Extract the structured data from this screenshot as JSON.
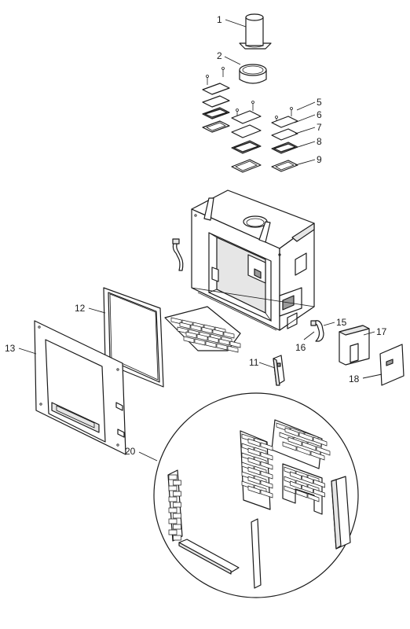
{
  "callouts": [
    {
      "id": "1",
      "label": "1"
    },
    {
      "id": "2",
      "label": "2"
    },
    {
      "id": "5",
      "label": "5"
    },
    {
      "id": "6",
      "label": "6"
    },
    {
      "id": "7",
      "label": "7"
    },
    {
      "id": "8",
      "label": "8"
    },
    {
      "id": "9",
      "label": "9"
    },
    {
      "id": "11",
      "label": "11"
    },
    {
      "id": "12",
      "label": "12"
    },
    {
      "id": "13",
      "label": "13"
    },
    {
      "id": "15",
      "label": "15"
    },
    {
      "id": "16",
      "label": "16"
    },
    {
      "id": "17",
      "label": "17"
    },
    {
      "id": "18",
      "label": "18"
    },
    {
      "id": "20",
      "label": "20"
    }
  ]
}
